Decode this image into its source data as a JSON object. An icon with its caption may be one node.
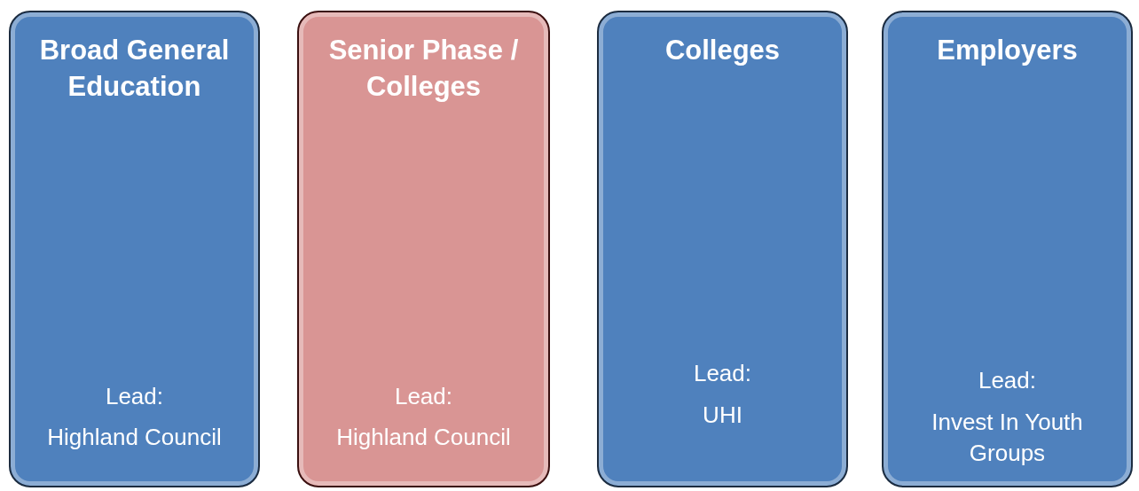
{
  "diagram": {
    "nodes": [
      {
        "text": [
          "Broad General Education",
          "Lead:",
          "Highland Council"
        ]
      },
      {
        "text": [
          "Senior Phase / Colleges",
          "Lead:",
          "Highland Council"
        ]
      },
      {
        "text": [
          "Colleges",
          "Lead:",
          "UHI"
        ]
      },
      {
        "text": [
          "Employers",
          "Lead:",
          "Invest In Youth Groups"
        ]
      }
    ]
  }
}
